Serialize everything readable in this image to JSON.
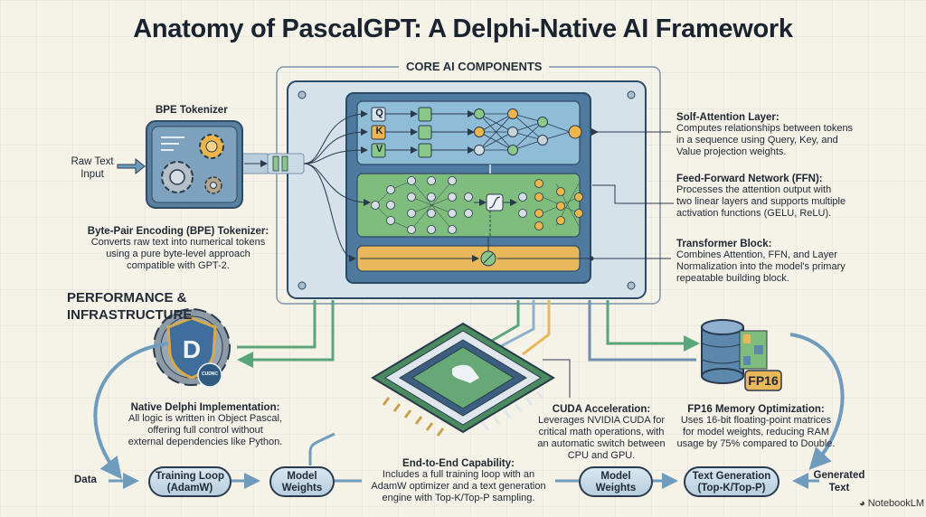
{
  "title": "Anatomy of PascalGPT: A Delphi-Native AI Framework",
  "core_section": {
    "heading": "CORE AI COMPONENTS",
    "qkv_labels": [
      "Q",
      "K",
      "V"
    ],
    "self_attention": {
      "title": "Solf-Attention Layer:",
      "description": [
        "Computes relationships between tokens",
        "in a sequence using Query, Key, and",
        "Value projection weights."
      ]
    },
    "ffn": {
      "title": "Feed-Forward Network (FFN):",
      "description": [
        "Processes the attention output with",
        "two linear layers and supports multiple",
        "activation functions (GELU, ReLU)."
      ]
    },
    "transformer_block": {
      "title": "Transformer Block:",
      "description": [
        "Combines Attention, FFN, and Layer",
        "Normalization into the model's primary",
        "repeatable building block."
      ]
    }
  },
  "tokenizer": {
    "label": "BPE Tokenizer",
    "input_label": [
      "Raw Text",
      "Input"
    ],
    "title": "Byte-Pair Encoding (BPE) Tokenizer:",
    "description": [
      "Converts raw text into numerical tokens",
      "using a pure byte-level approach",
      "compatible with GPT-2."
    ]
  },
  "performance_section": {
    "heading": [
      "PERFORMANCE &",
      "INFRASTRUCTURE"
    ],
    "delphi_badge_text": "CUDNC",
    "native_delphi": {
      "title": "Native Delphi Implementation:",
      "description": [
        "All logic is written in Object Pascal,",
        "offering full control without",
        "external dependencies like Python."
      ]
    },
    "cuda": {
      "title": "CUDA Acceleration:",
      "description": [
        "Leverages NVIDIA CUDA for",
        "critical math operations, with",
        "an automatic switch between",
        "CPU and GPU."
      ]
    },
    "fp16": {
      "badge": "FP16",
      "title": "FP16 Memory Optimization:",
      "description": [
        "Uses 16-bit floating-point matrices",
        "for model weights, reducing RAM",
        "usage by 75% compared to Double."
      ]
    },
    "end_to_end": {
      "title": "End-to-End Capability:",
      "description": [
        "Includes a full training loop with an",
        "AdamW optimizer and a text generation",
        "engine with Top-K/Top-P sampling."
      ]
    }
  },
  "pipeline": {
    "start_label": "Data",
    "nodes": [
      [
        "Training Loop",
        "(AdamW)"
      ],
      [
        "Model",
        "Weights"
      ],
      [
        "Model",
        "Weights"
      ],
      [
        "Text Generation",
        "(Top-K/Top-P)"
      ]
    ],
    "end_label": [
      "Generated",
      "Text"
    ]
  },
  "watermark": "NotebookLM",
  "colors": {
    "blue_panel": "#8fbcd6",
    "green_panel": "#7fbd7f",
    "orange_panel": "#e8b85a",
    "frame": "#2d4a66",
    "arrow_blue": "#6f9bbd",
    "arrow_green": "#5aa67a"
  }
}
